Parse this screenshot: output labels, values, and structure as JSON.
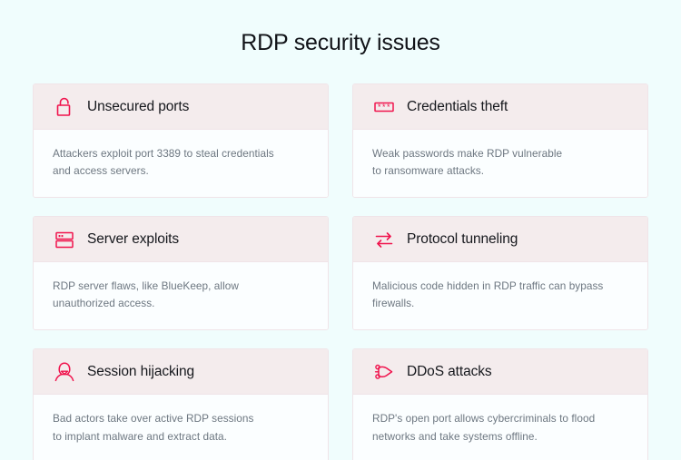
{
  "page": {
    "title": "RDP security issues",
    "background_color": "#f0fdfd",
    "accent_color": "#f0134d",
    "card_header_color": "#f4eced",
    "card_body_color": "#fbfeff",
    "title_color": "#111318",
    "body_text_color": "#6d7781"
  },
  "cards": [
    {
      "icon": "open-padlock-icon",
      "title": "Unsecured ports",
      "text": "Attackers exploit port 3389 to steal credentials\nand access servers."
    },
    {
      "icon": "password-asterisks-icon",
      "title": "Credentials theft",
      "text": "Weak passwords make RDP vulnerable\nto ransomware attacks."
    },
    {
      "icon": "server-rack-icon",
      "title": "Server exploits",
      "text": "RDP server flaws, like BlueKeep, allow\nunauthorized access."
    },
    {
      "icon": "exchange-arrows-icon",
      "title": "Protocol tunneling",
      "text": "Malicious code hidden in RDP traffic can bypass\nfirewalls."
    },
    {
      "icon": "hooded-hacker-icon",
      "title": "Session hijacking",
      "text": "Bad actors take over active RDP sessions\nto implant malware and extract data."
    },
    {
      "icon": "bomb-icon",
      "title": "DDoS attacks",
      "text": "RDP's open port allows cybercriminals to flood\nnetworks and take systems offline."
    }
  ]
}
